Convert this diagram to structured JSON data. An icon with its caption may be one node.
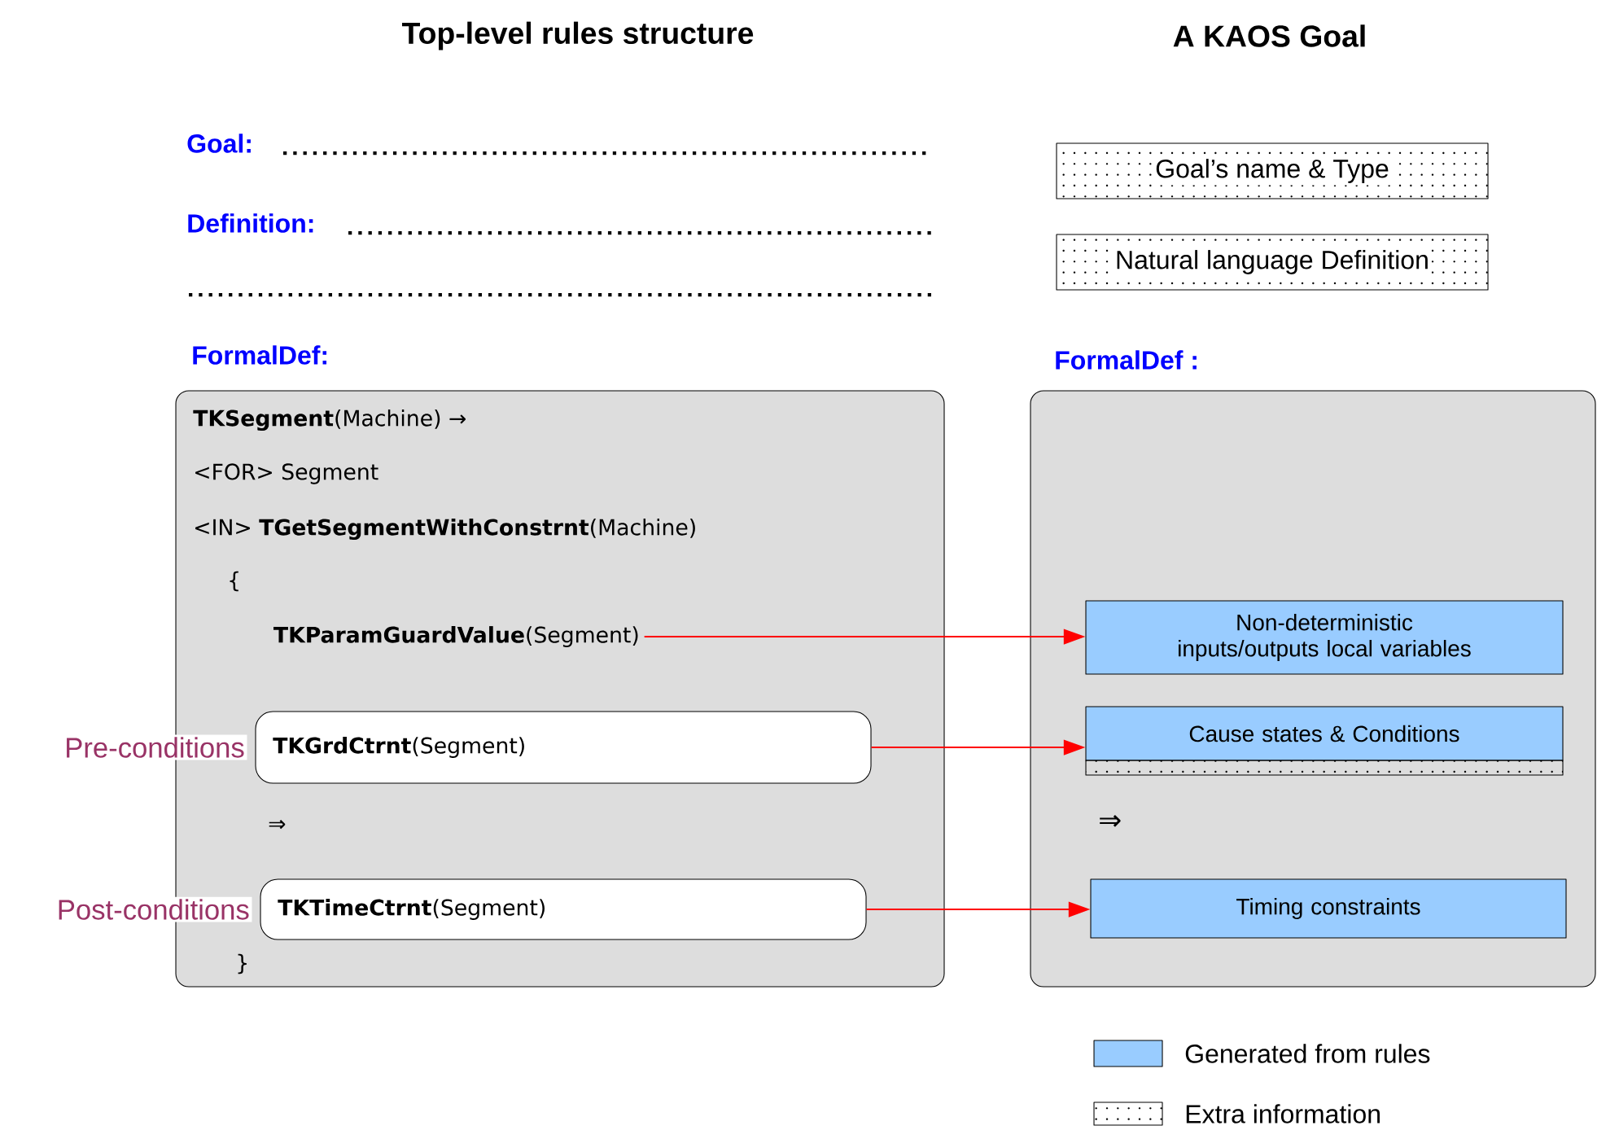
{
  "diagram": {
    "nodes": [
      {
        "text": [
          "**TKSegment**(Machine) →",
          "<FOR> Segment",
          "<IN> **TGetSegmentWithConstrnt**(Machine)",
          "{",
          "⇒",
          "}"
        ]
      },
      {
        "text": [
          "**TKParamGuardValue**(Segment)"
        ],
        "in": 0
      },
      {
        "text": [
          "**TKGrdCtrnt**(Segment)"
        ],
        "in": 0,
        "beside": [
          "Pre-conditions"
        ]
      },
      {
        "text": [
          "**TKTimeCtrnt**(Segment)"
        ],
        "in": 0,
        "beside": [
          "Post-conditions"
        ]
      },
      {
        "text": [
          "Goal’s name & Type"
        ]
      },
      {
        "text": [
          "Natural language Definition"
        ]
      },
      {
        "text": [
          "⇒"
        ]
      },
      {
        "text": [
          "Non-deterministic inputs/outputs local variables"
        ],
        "in": 6
      },
      {
        "text": [
          "Cause states & Conditions"
        ],
        "in": 6
      },
      {
        "text": [
          "Timing constraints"
        ],
        "in": 6
      }
    ],
    "edges": [
      {
        "from": 1,
        "to": 7,
        "arrow": "to"
      },
      {
        "from": 2,
        "to": 8,
        "arrow": "to"
      },
      {
        "from": 3,
        "to": 9,
        "arrow": "to"
      }
    ],
    "labels": [
      "Top-level rules structure",
      "A KAOS Goal",
      "Goal:",
      "Definition:",
      "FormalDef:",
      "FormalDef :"
    ],
    "legend": [
      {
        "text": "Generated from rules",
        "color": "#99ccff"
      },
      {
        "text": "Extra information"
      }
    ]
  }
}
